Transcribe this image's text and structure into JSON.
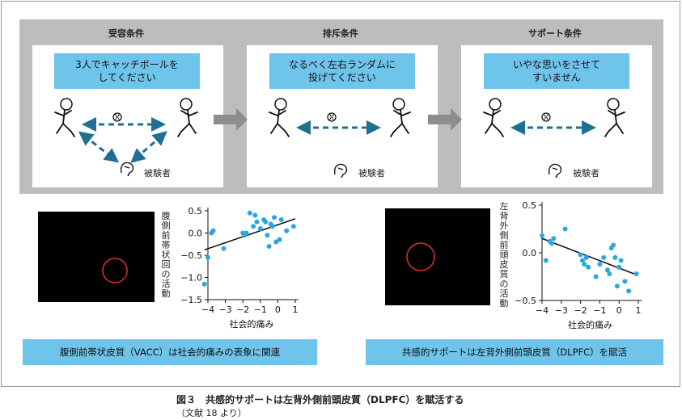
{
  "conditions": [
    {
      "title": "受容条件",
      "speech": "3人でキャッチボールを\nしてください",
      "subject": "被験者"
    },
    {
      "title": "排斥条件",
      "speech": "なるべく左右ランダムに\n投げてください",
      "subject": "被験者"
    },
    {
      "title": "サポート条件",
      "speech": "いやな思いをさせて\nすいません",
      "subject": "被験者"
    }
  ],
  "captions": {
    "left": "腹側前帯状皮質（VACC）は社会的痛みの表象に関連",
    "right": "共感的サポートは左背外側前頭皮質（DLPFC）を賦活"
  },
  "figure": {
    "caption": "図３　共感的サポートは左背外側前頭皮質（DLPFC）を賦活する",
    "source": "（文献 18 より）"
  },
  "colors": {
    "accent": "#6ec4ea",
    "point": "#29a8df",
    "roi": "#e0302b"
  },
  "chart_data": [
    {
      "type": "scatter",
      "title": "",
      "xlabel": "社会的痛み",
      "ylabel": "腹側前帯状回の活動",
      "xlim": [
        -4,
        1
      ],
      "ylim": [
        -1.5,
        0.5
      ],
      "xticks": [
        "−4",
        "−3",
        "−2",
        "−1",
        "0",
        "1"
      ],
      "yticks": [
        "0.5",
        "0.0",
        "−0.5",
        "−1.0",
        "−1.5"
      ],
      "xtick_values": [
        -4,
        -3,
        -2,
        -1,
        0,
        1
      ],
      "ytick_values": [
        0.5,
        0.0,
        -0.5,
        -1.0,
        -1.5
      ],
      "points": [
        [
          -4.2,
          -1.15
        ],
        [
          -4.0,
          -0.55
        ],
        [
          -3.8,
          0.0
        ],
        [
          -3.7,
          0.05
        ],
        [
          -3.1,
          -0.35
        ],
        [
          -2.0,
          0.0
        ],
        [
          -1.9,
          -0.05
        ],
        [
          -1.8,
          0.0
        ],
        [
          -1.6,
          0.45
        ],
        [
          -1.4,
          0.15
        ],
        [
          -1.3,
          0.4
        ],
        [
          -1.2,
          0.25
        ],
        [
          -1.0,
          0.1
        ],
        [
          -0.8,
          0.3
        ],
        [
          -0.7,
          0.25
        ],
        [
          -0.6,
          -0.05
        ],
        [
          -0.5,
          -0.3
        ],
        [
          -0.4,
          0.2
        ],
        [
          -0.3,
          0.15
        ],
        [
          -0.2,
          0.35
        ],
        [
          -0.1,
          -0.2
        ],
        [
          0.1,
          -0.15
        ],
        [
          0.2,
          0.3
        ],
        [
          0.5,
          0.05
        ],
        [
          0.9,
          0.15
        ]
      ],
      "trend": [
        [
          -4.2,
          -0.38
        ],
        [
          1.0,
          0.32
        ]
      ]
    },
    {
      "type": "scatter",
      "title": "",
      "xlabel": "社会的痛み",
      "ylabel": "左背外側前頭皮質の活動",
      "xlim": [
        -4,
        1
      ],
      "ylim": [
        -0.5,
        0.5
      ],
      "xticks": [
        "−4",
        "−3",
        "−2",
        "−1",
        "0",
        "1"
      ],
      "yticks": [
        "0.5",
        "0.0",
        "−0.5"
      ],
      "xtick_values": [
        -4,
        -3,
        -2,
        -1,
        0,
        1
      ],
      "ytick_values": [
        0.5,
        0.0,
        -0.5
      ],
      "points": [
        [
          -4.0,
          0.18
        ],
        [
          -3.8,
          -0.08
        ],
        [
          -3.6,
          0.12
        ],
        [
          -3.5,
          0.1
        ],
        [
          -3.4,
          0.15
        ],
        [
          -2.8,
          0.25
        ],
        [
          -2.0,
          -0.02
        ],
        [
          -1.9,
          -0.08
        ],
        [
          -1.8,
          -0.12
        ],
        [
          -1.7,
          -0.05
        ],
        [
          -1.6,
          -0.15
        ],
        [
          -1.2,
          -0.25
        ],
        [
          -1.0,
          -0.12
        ],
        [
          -0.8,
          -0.05
        ],
        [
          -0.6,
          -0.18
        ],
        [
          -0.5,
          -0.22
        ],
        [
          -0.4,
          0.05
        ],
        [
          -0.3,
          0.08
        ],
        [
          -0.2,
          -0.05
        ],
        [
          -0.1,
          -0.35
        ],
        [
          0.0,
          -0.15
        ],
        [
          0.1,
          -0.08
        ],
        [
          0.3,
          -0.3
        ],
        [
          0.5,
          -0.4
        ],
        [
          0.9,
          -0.22
        ]
      ],
      "trend": [
        [
          -4.0,
          0.15
        ],
        [
          0.9,
          -0.23
        ]
      ]
    }
  ]
}
